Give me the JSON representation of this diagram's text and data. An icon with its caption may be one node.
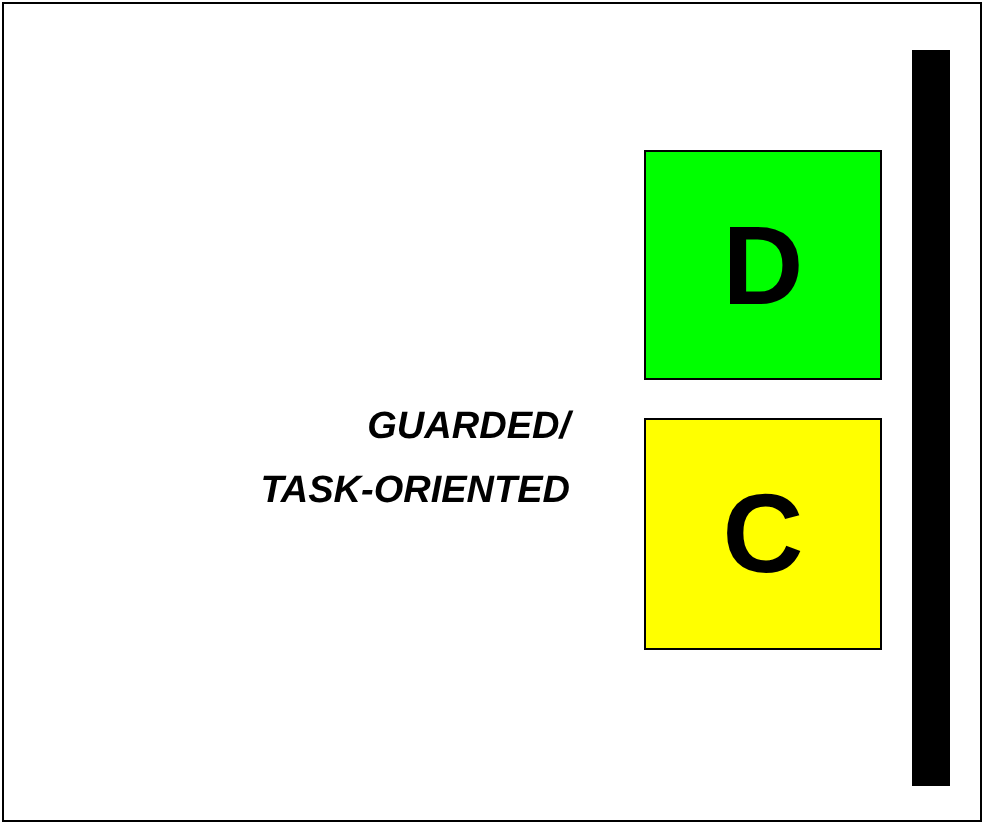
{
  "diagram": {
    "nodes": [
      {
        "text": [
          "D"
        ]
      },
      {
        "text": [
          "C"
        ]
      },
      {
        "text": [],
        "shape": "bar"
      }
    ],
    "labels": [
      "GUARDED/ TASK-ORIENTED"
    ]
  }
}
